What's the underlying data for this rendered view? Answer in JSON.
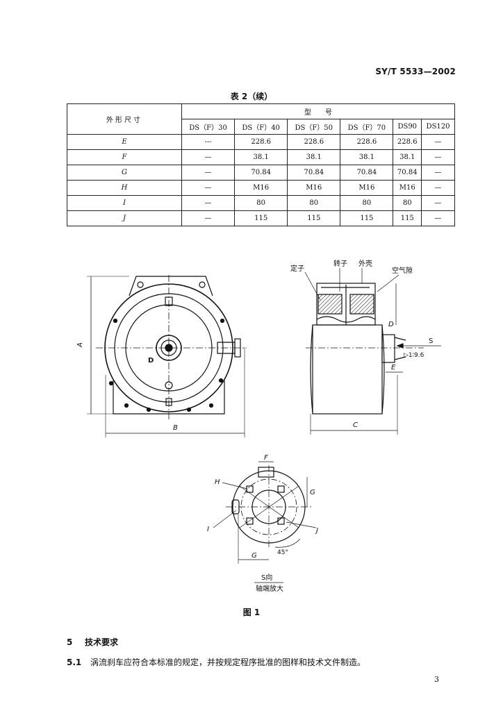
{
  "header": {
    "standard_no": "SY/T 5533—2002"
  },
  "table": {
    "caption": "表 2（续）",
    "corner": "外形尺寸",
    "model_header": "型　　号",
    "models": [
      "DS（F）30",
      "DS（F）40",
      "DS（F）50",
      "DS（F）70",
      "DS90",
      "DS120"
    ],
    "rows": [
      {
        "label": "E",
        "cells": [
          "---",
          "228.6",
          "228.6",
          "228.6",
          "228.6",
          "—"
        ]
      },
      {
        "label": "F",
        "cells": [
          "—",
          "38.1",
          "38.1",
          "38.1",
          "38.1",
          "—"
        ]
      },
      {
        "label": "G",
        "cells": [
          "—",
          "70.84",
          "70.84",
          "70.84",
          "70.84",
          "—"
        ]
      },
      {
        "label": "H",
        "cells": [
          "—",
          "M16",
          "M16",
          "M16",
          "M16",
          "—"
        ]
      },
      {
        "label": "I",
        "cells": [
          "—",
          "80",
          "80",
          "80",
          "80",
          "—"
        ]
      },
      {
        "label": "J",
        "cells": [
          "—",
          "115",
          "115",
          "115",
          "115",
          "—"
        ]
      }
    ]
  },
  "figure": {
    "labels": {
      "A": "A",
      "B": "B",
      "C": "C",
      "D_front": "D",
      "D_side": "D",
      "E": "E",
      "F": "F",
      "G_right": "G",
      "G_bottom": "G",
      "H": "H",
      "I": "I",
      "J": "J",
      "S": "S",
      "stator": "定子",
      "rotor": "转子",
      "outer": "外壳",
      "airgap": "空气隙",
      "taper": "▷1∶9.6",
      "angle": "45°",
      "view_title": "S向",
      "view_sub": "轴端放大"
    },
    "caption": "图 1"
  },
  "section": {
    "number": "5",
    "title": "技术要求"
  },
  "clause": {
    "number": "5.1",
    "text": "涡流刹车应符合本标准的规定，并按规定程序批准的图样和技术文件制造。"
  },
  "page_number": "3"
}
